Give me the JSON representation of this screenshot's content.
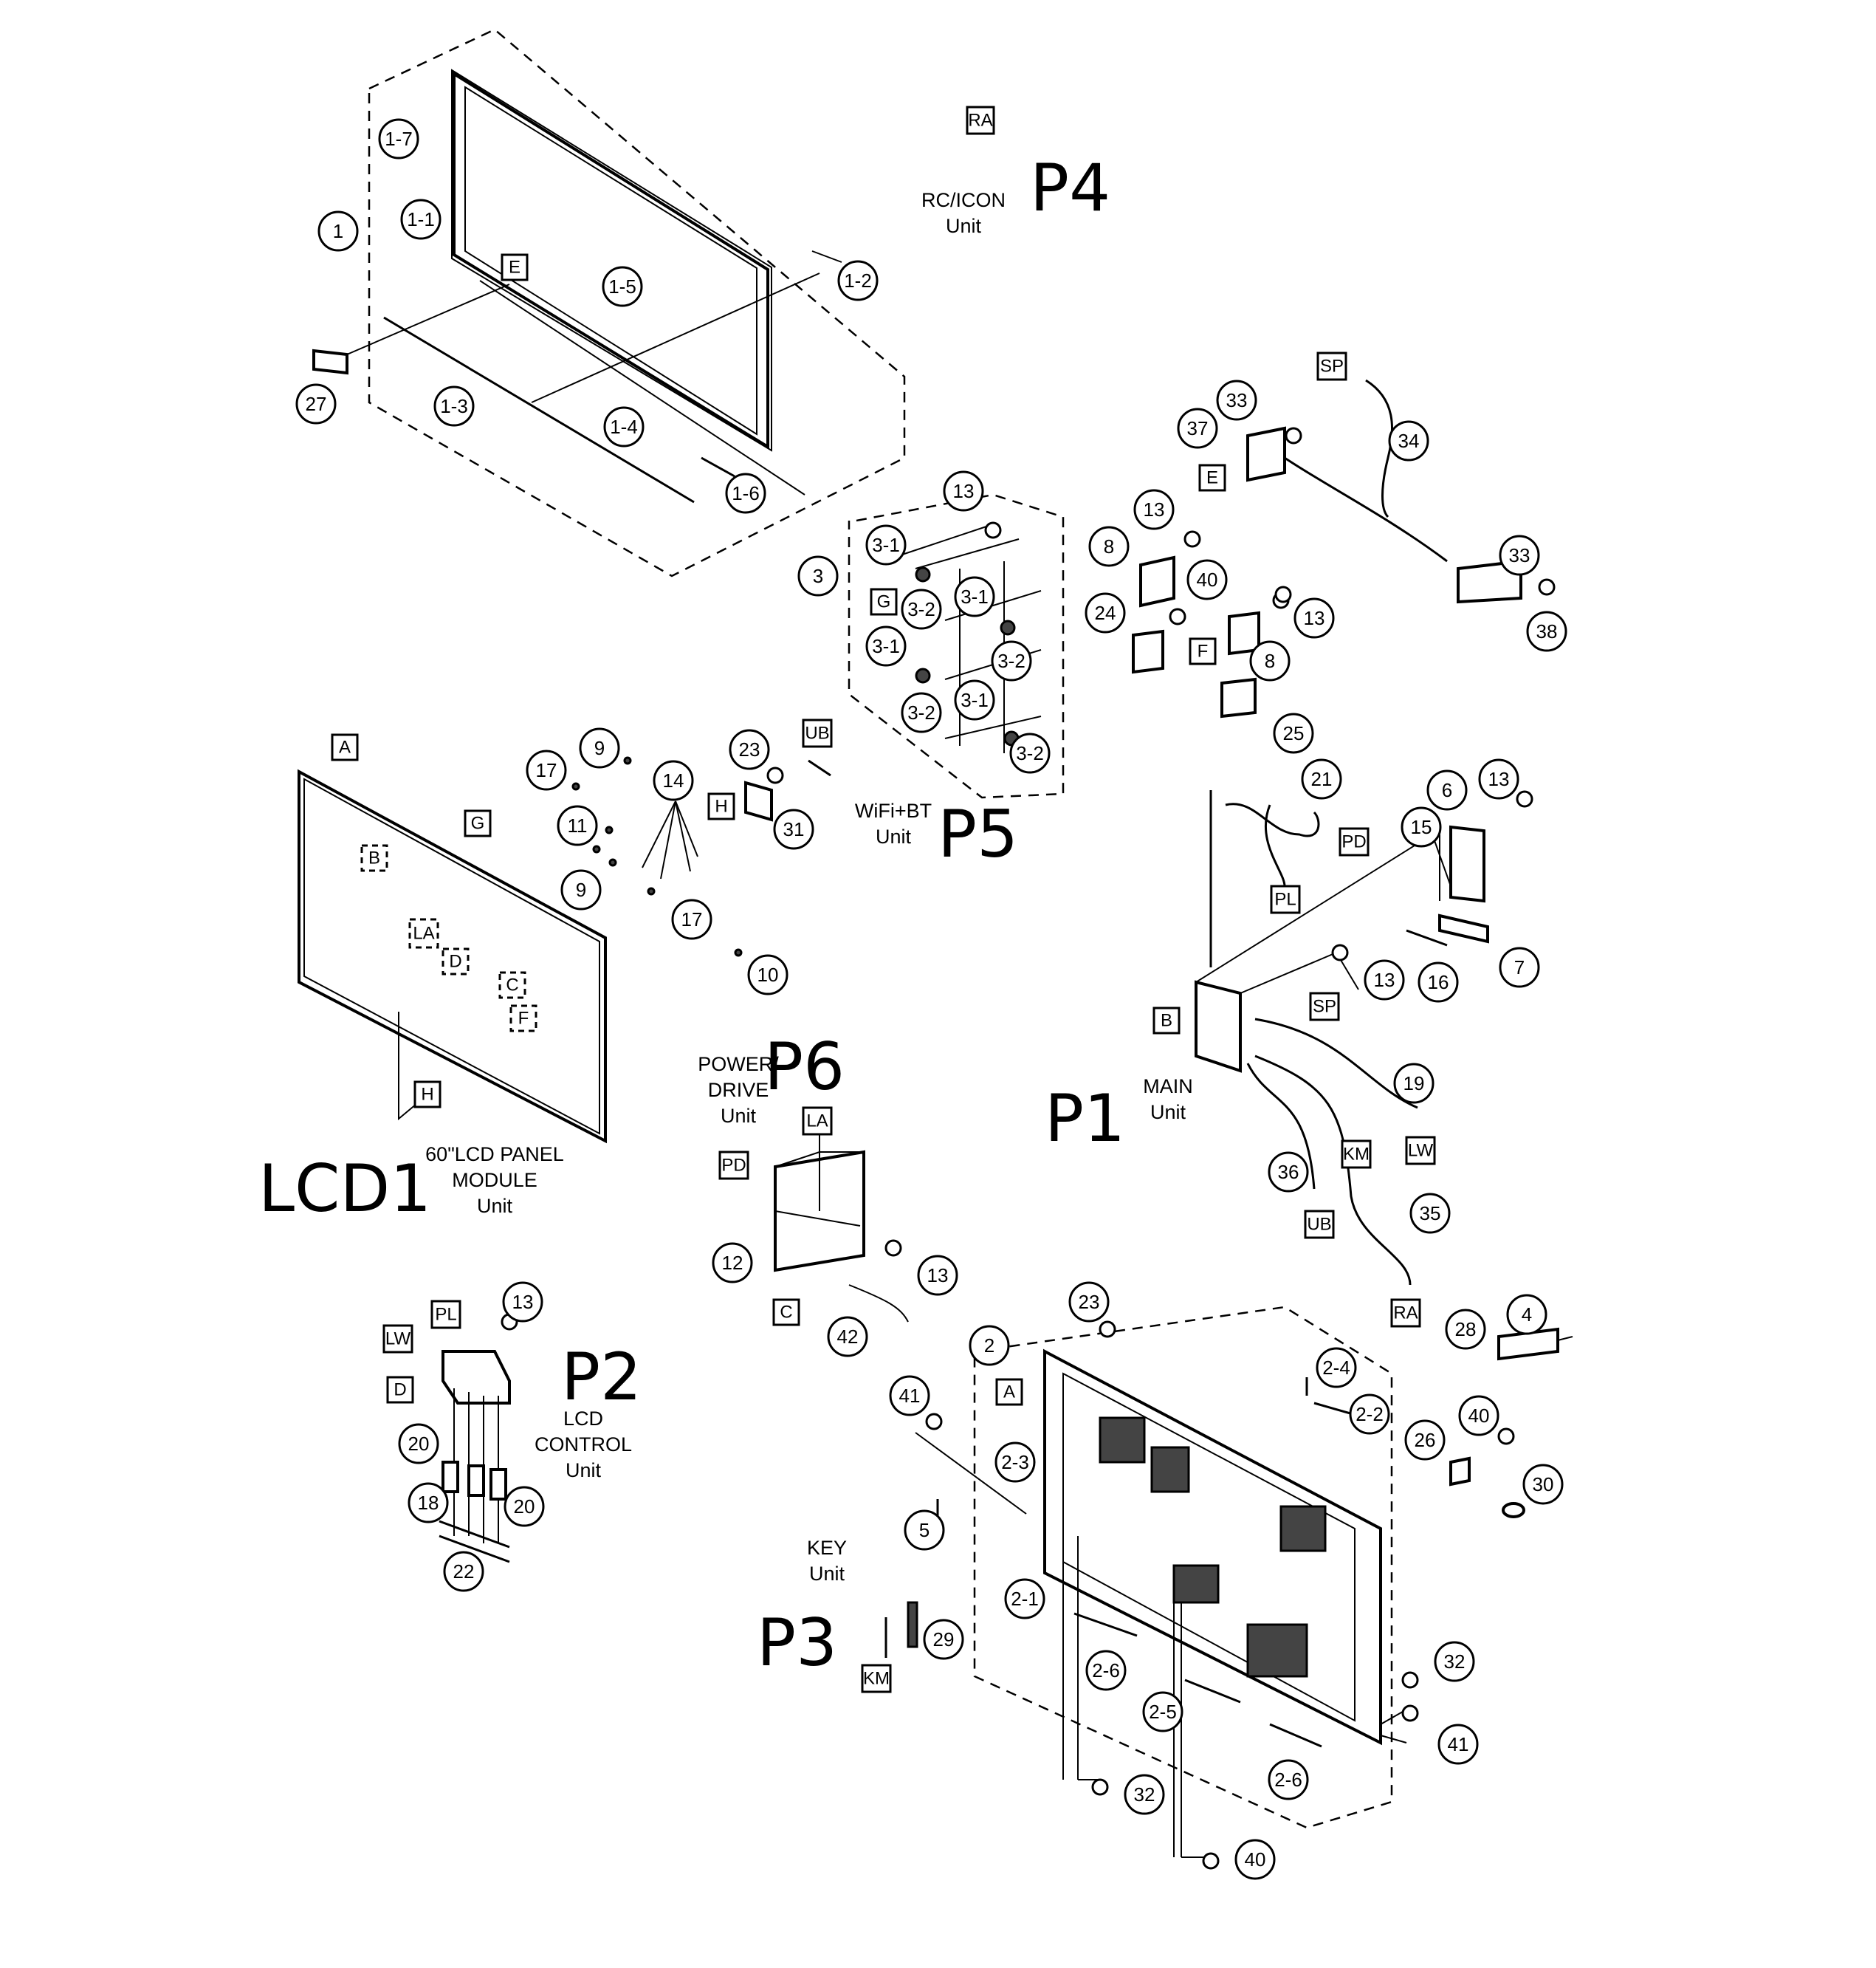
{
  "callouts": [
    {
      "id": "1-7",
      "label": "1-7"
    },
    {
      "id": "1",
      "label": "1"
    },
    {
      "id": "1-1",
      "label": "1-1"
    },
    {
      "id": "1-2",
      "label": "1-2"
    },
    {
      "id": "1-5",
      "label": "1-5"
    },
    {
      "id": "27",
      "label": "27"
    },
    {
      "id": "1-3",
      "label": "1-3"
    },
    {
      "id": "1-4",
      "label": "1-4"
    },
    {
      "id": "1-6",
      "label": "1-6"
    },
    {
      "id": "13a",
      "label": "13"
    },
    {
      "id": "3",
      "label": "3"
    },
    {
      "id": "3-1a",
      "label": "3-1"
    },
    {
      "id": "3-2a",
      "label": "3-2"
    },
    {
      "id": "3-1b",
      "label": "3-1"
    },
    {
      "id": "3-1c",
      "label": "3-1"
    },
    {
      "id": "3-2b",
      "label": "3-2"
    },
    {
      "id": "3-2c",
      "label": "3-2"
    },
    {
      "id": "3-1d",
      "label": "3-1"
    },
    {
      "id": "3-2d",
      "label": "3-2"
    },
    {
      "id": "33a",
      "label": "33"
    },
    {
      "id": "37",
      "label": "37"
    },
    {
      "id": "34",
      "label": "34"
    },
    {
      "id": "13b",
      "label": "13"
    },
    {
      "id": "8a",
      "label": "8"
    },
    {
      "id": "40a",
      "label": "40"
    },
    {
      "id": "24",
      "label": "24"
    },
    {
      "id": "13c",
      "label": "13"
    },
    {
      "id": "8b",
      "label": "8"
    },
    {
      "id": "25",
      "label": "25"
    },
    {
      "id": "33b",
      "label": "33"
    },
    {
      "id": "38",
      "label": "38"
    },
    {
      "id": "9a",
      "label": "9"
    },
    {
      "id": "17a",
      "label": "17"
    },
    {
      "id": "14",
      "label": "14"
    },
    {
      "id": "11",
      "label": "11"
    },
    {
      "id": "9b",
      "label": "9"
    },
    {
      "id": "17b",
      "label": "17"
    },
    {
      "id": "10",
      "label": "10"
    },
    {
      "id": "23a",
      "label": "23"
    },
    {
      "id": "31",
      "label": "31"
    },
    {
      "id": "21",
      "label": "21"
    },
    {
      "id": "6",
      "label": "6"
    },
    {
      "id": "13d",
      "label": "13"
    },
    {
      "id": "15",
      "label": "15"
    },
    {
      "id": "13e",
      "label": "13"
    },
    {
      "id": "16",
      "label": "16"
    },
    {
      "id": "7",
      "label": "7"
    },
    {
      "id": "19",
      "label": "19"
    },
    {
      "id": "36",
      "label": "36"
    },
    {
      "id": "35",
      "label": "35"
    },
    {
      "id": "12",
      "label": "12"
    },
    {
      "id": "13f",
      "label": "13"
    },
    {
      "id": "42",
      "label": "42"
    },
    {
      "id": "13g",
      "label": "13"
    },
    {
      "id": "20a",
      "label": "20"
    },
    {
      "id": "18",
      "label": "18"
    },
    {
      "id": "20b",
      "label": "20"
    },
    {
      "id": "22",
      "label": "22"
    },
    {
      "id": "23b",
      "label": "23"
    },
    {
      "id": "2",
      "label": "2"
    },
    {
      "id": "41a",
      "label": "41"
    },
    {
      "id": "2-4",
      "label": "2-4"
    },
    {
      "id": "2-2",
      "label": "2-2"
    },
    {
      "id": "2-3",
      "label": "2-3"
    },
    {
      "id": "5",
      "label": "5"
    },
    {
      "id": "2-1",
      "label": "2-1"
    },
    {
      "id": "28",
      "label": "28"
    },
    {
      "id": "4",
      "label": "4"
    },
    {
      "id": "40b",
      "label": "40"
    },
    {
      "id": "26",
      "label": "26"
    },
    {
      "id": "30",
      "label": "30"
    },
    {
      "id": "29",
      "label": "29"
    },
    {
      "id": "2-6a",
      "label": "2-6"
    },
    {
      "id": "2-5",
      "label": "2-5"
    },
    {
      "id": "32a",
      "label": "32"
    },
    {
      "id": "41b",
      "label": "41"
    },
    {
      "id": "2-6b",
      "label": "2-6"
    },
    {
      "id": "32b",
      "label": "32"
    },
    {
      "id": "40c",
      "label": "40"
    }
  ],
  "connectors": [
    {
      "id": "RA1",
      "label": "RA"
    },
    {
      "id": "E1",
      "label": "E"
    },
    {
      "id": "SP1",
      "label": "SP"
    },
    {
      "id": "E2",
      "label": "E"
    },
    {
      "id": "G1",
      "label": "G"
    },
    {
      "id": "F1",
      "label": "F"
    },
    {
      "id": "A1",
      "label": "A"
    },
    {
      "id": "G2",
      "label": "G"
    },
    {
      "id": "B1",
      "label": "B",
      "dashed": true
    },
    {
      "id": "LA1",
      "label": "LA",
      "dashed": true
    },
    {
      "id": "D1",
      "label": "D",
      "dashed": true
    },
    {
      "id": "C1",
      "label": "C",
      "dashed": true
    },
    {
      "id": "F2",
      "label": "F",
      "dashed": true
    },
    {
      "id": "H1",
      "label": "H"
    },
    {
      "id": "H2",
      "label": "H"
    },
    {
      "id": "UB1",
      "label": "UB"
    },
    {
      "id": "PD1",
      "label": "PD"
    },
    {
      "id": "PL1",
      "label": "PL"
    },
    {
      "id": "B2",
      "label": "B"
    },
    {
      "id": "SP2",
      "label": "SP"
    },
    {
      "id": "LW1",
      "label": "LW"
    },
    {
      "id": "KM1",
      "label": "KM"
    },
    {
      "id": "UB2",
      "label": "UB"
    },
    {
      "id": "RA2",
      "label": "RA"
    },
    {
      "id": "LA2",
      "label": "LA"
    },
    {
      "id": "PD2",
      "label": "PD"
    },
    {
      "id": "C2",
      "label": "C"
    },
    {
      "id": "LW2",
      "label": "LW"
    },
    {
      "id": "PL2",
      "label": "PL"
    },
    {
      "id": "D2",
      "label": "D"
    },
    {
      "id": "A2",
      "label": "A"
    },
    {
      "id": "KM2",
      "label": "KM"
    }
  ],
  "units": {
    "rc_icon": [
      "RC/ICON",
      "Unit"
    ],
    "wifi_bt": [
      "WiFi+BT",
      "Unit"
    ],
    "lcd_panel": [
      "60\"LCD PANEL",
      "MODULE",
      "Unit"
    ],
    "power_drive": [
      "POWER/",
      "DRIVE",
      "Unit"
    ],
    "main": [
      "MAIN",
      "Unit"
    ],
    "lcd_control": [
      "LCD",
      "CONTROL",
      "Unit"
    ],
    "key": [
      "KEY",
      "Unit"
    ]
  },
  "handwritten": {
    "p4": "P4",
    "p5": "P5",
    "p6": "P6",
    "p1": "P1",
    "p2": "P2",
    "p3": "P3",
    "lcd1": "LCD1"
  }
}
